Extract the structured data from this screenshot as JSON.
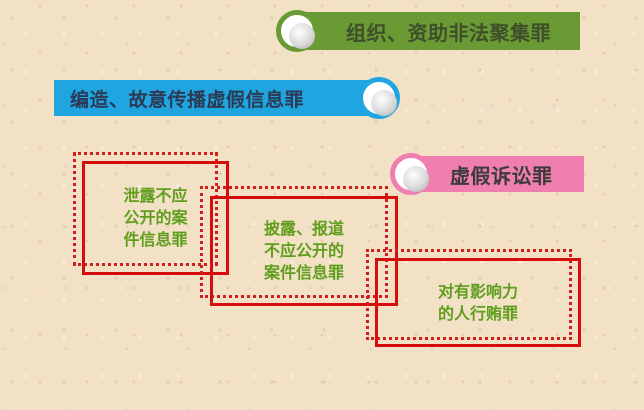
{
  "banners": {
    "green": "组织、资助非法聚集罪",
    "blue": "编造、故意传播虚假信息罪",
    "pink": "虚假诉讼罪"
  },
  "boxes": [
    {
      "text": "泄露不应\n公开的案\n件信息罪"
    },
    {
      "text": "披露、报道\n不应公开的\n案件信息罪"
    },
    {
      "text": "对有影响力\n的人行贿罪"
    }
  ],
  "colors": {
    "green_banner": "#6a9a34",
    "blue_banner": "#1fa6e0",
    "pink_banner": "#f07fb0",
    "box_border": "#d60d0d",
    "box_text": "#5f9e1c",
    "background": "#f3e1c6"
  }
}
